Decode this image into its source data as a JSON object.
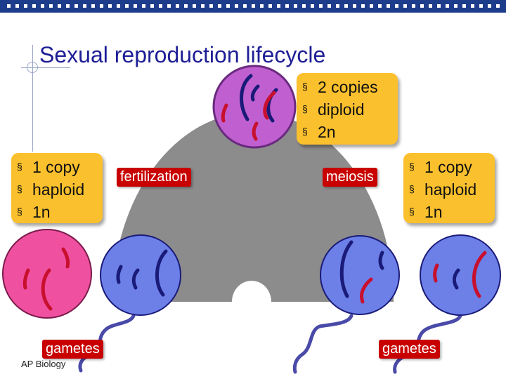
{
  "title": "Sexual reproduction lifecycle",
  "diploid_box": {
    "items": [
      "2 copies",
      "diploid",
      "2n"
    ]
  },
  "haploid_box_left": {
    "items": [
      "1 copy",
      "haploid",
      "1n"
    ]
  },
  "haploid_box_right": {
    "items": [
      "1 copy",
      "haploid",
      "1n"
    ]
  },
  "labels": {
    "fertilization": "fertilization",
    "meiosis": "meiosis",
    "gametes_left": "gametes",
    "gametes_right": "gametes"
  },
  "footer": "AP Biology",
  "bullet": "§",
  "colors": {
    "header_bar": "#1e3c8c",
    "title": "#1e1e96",
    "box": "#fbc02d",
    "label_red": "#c80000",
    "arc": "#8c8c8c",
    "diploid_cell": "#c060d0",
    "egg_cell": "#f050a0",
    "sperm_cell": "#6c80e8",
    "chrom_blue": "#1a1a78",
    "chrom_red": "#c8102e"
  }
}
